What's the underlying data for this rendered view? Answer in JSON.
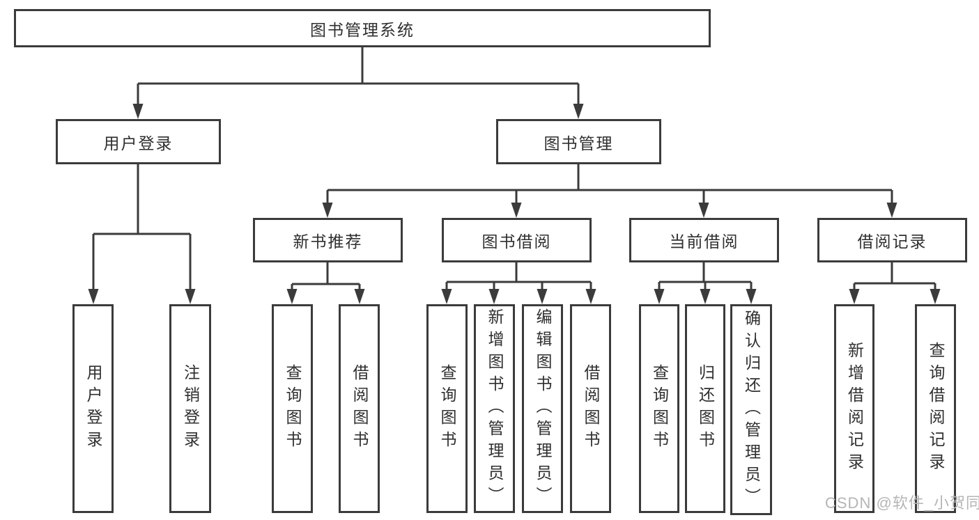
{
  "root": {
    "label": "图书管理系统"
  },
  "branches": {
    "user_login": {
      "label": "用户登录",
      "children": [
        "用户登录",
        "注销登录"
      ]
    },
    "book_management": {
      "label": "图书管理",
      "sections": {
        "recommend": {
          "label": "新书推荐",
          "children": [
            "查询图书",
            "借阅图书"
          ]
        },
        "borrow": {
          "label": "图书借阅",
          "children": [
            "查询图书",
            "新增图书（管理员）",
            "编辑图书（管理员）",
            "借阅图书"
          ]
        },
        "current": {
          "label": "当前借阅",
          "children": [
            "查询图书",
            "归还图书",
            "确认归还（管理员）"
          ]
        },
        "records": {
          "label": "借阅记录",
          "children": [
            "新增借阅记录",
            "查询借阅记录"
          ]
        }
      }
    }
  },
  "watermark": "CSDN @软件_小贺同学",
  "colors": {
    "line": "#3b3b3b",
    "text": "#2f2f2f",
    "background": "#ffffff",
    "watermark": "#b5b5b5"
  }
}
